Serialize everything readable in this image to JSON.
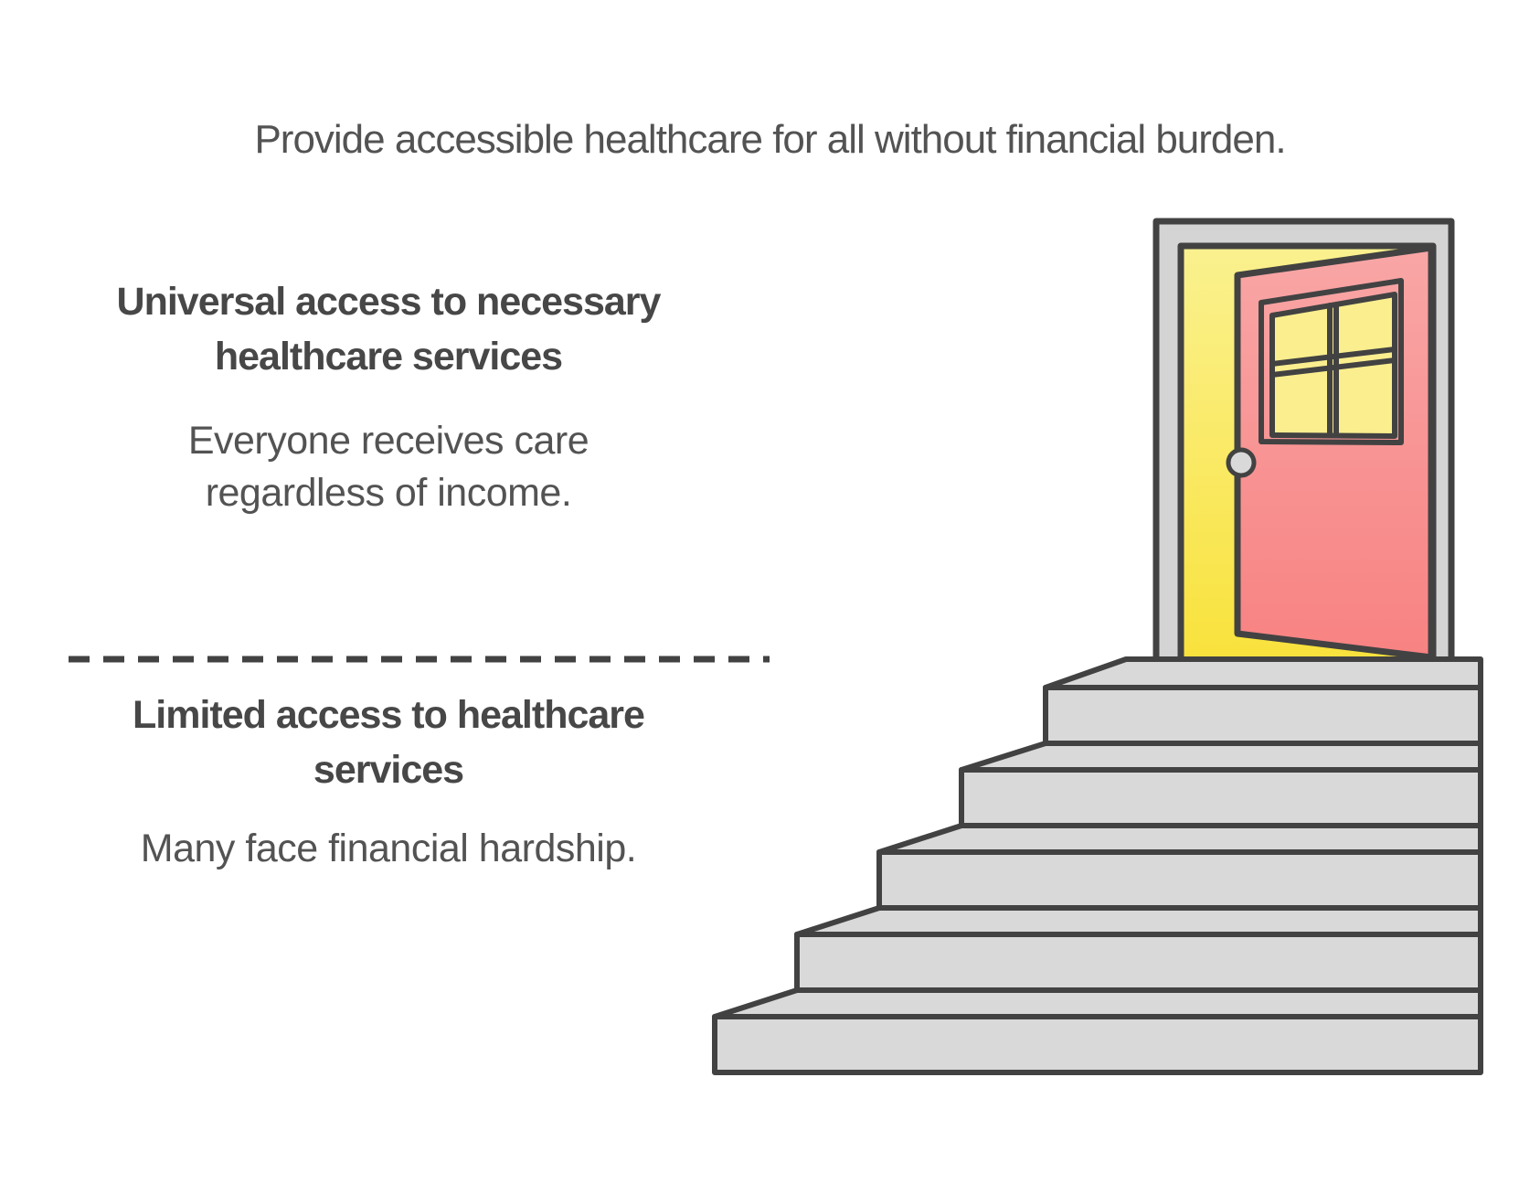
{
  "title": "Provide accessible healthcare for all without financial burden.",
  "upper_section": {
    "heading_line1": "Universal access to necessary",
    "heading_line2": "healthcare services",
    "body_line1": "Everyone receives care",
    "body_line2": "regardless of income."
  },
  "lower_section": {
    "heading_line1": "Limited access to healthcare",
    "heading_line2": "services",
    "body_line1": "Many face financial hardship."
  },
  "illustration": {
    "door_icon": "open-red-door-with-window",
    "stairs_icon": "five-step-staircase",
    "divider_icon": "dashed-separator-line"
  },
  "colors": {
    "outline": "#424242",
    "step_gray": "#d9d9d9",
    "frame_gray": "#d4d4d4",
    "knob_gray": "#d9d9d9",
    "doorway_yellow_top": "#faf18f",
    "doorway_yellow_bottom": "#f9e23c",
    "pane_yellow": "#faee8e",
    "door_red_top": "#f9a6a6",
    "door_red_bottom": "#f88282",
    "heading_text": "#474747",
    "body_text": "#535353"
  }
}
